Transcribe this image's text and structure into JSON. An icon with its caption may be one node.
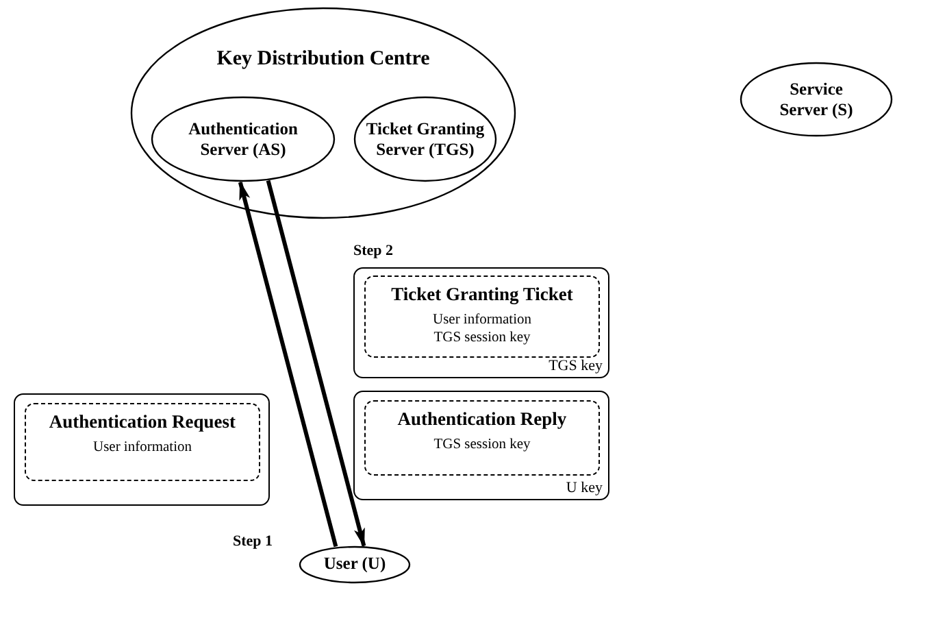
{
  "diagram": {
    "nodes": [
      {
        "text": [
          "Key Distribution Centre"
        ]
      },
      {
        "text": [
          "Authentication Server (AS)"
        ],
        "in": 0
      },
      {
        "text": [
          "Ticket Granting Server (TGS)"
        ],
        "in": 0
      },
      {
        "text": [
          "Service Server (S)"
        ]
      },
      {
        "text": [
          "TGS key"
        ]
      },
      {
        "text": [
          "Ticket Granting Ticket",
          "User information TGS session key"
        ],
        "in": 4
      },
      {
        "text": [
          "U key"
        ]
      },
      {
        "text": [
          "Authentication Reply",
          "TGS session key"
        ],
        "in": 6
      },
      {
        "text": [],
        "shape": "box"
      },
      {
        "text": [
          "Authentication Request",
          "User information"
        ],
        "in": 8
      },
      {
        "text": [
          "User (U)"
        ]
      }
    ],
    "edges": [
      {
        "from": 10,
        "to": 1,
        "arrow": "to"
      },
      {
        "from": 1,
        "to": 10,
        "arrow": "to"
      }
    ],
    "labels": [
      "Step 2",
      "Step 1"
    ]
  }
}
